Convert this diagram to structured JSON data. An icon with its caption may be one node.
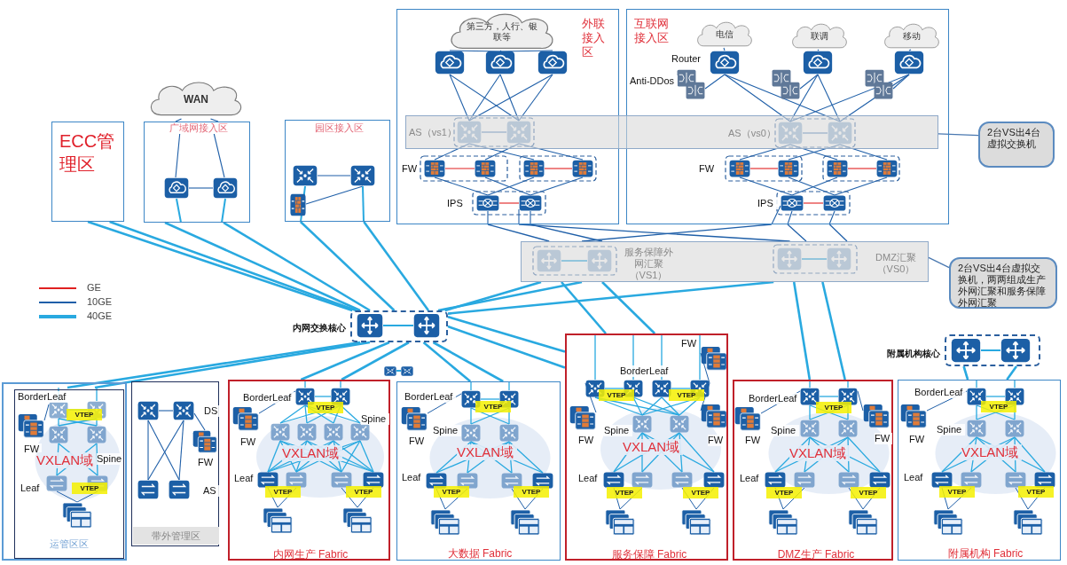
{
  "diagram": {
    "nodes": [
      {
        "text": [
          "ECC管理区"
        ]
      },
      {
        "text": [
          "WAN"
        ]
      },
      {
        "text": [
          "广域网接入区"
        ]
      },
      {
        "text": [
          "园区接入区"
        ]
      },
      {
        "text": [
          "外联接入区",
          "FW",
          "IPS"
        ]
      },
      {
        "text": [
          "第三方，人行、银联等"
        ],
        "in": 4
      },
      {
        "text": [
          "互联网接入区",
          "Router",
          "Anti-DDos",
          "FW",
          "IPS"
        ]
      },
      {
        "text": [
          "电信"
        ],
        "in": 6
      },
      {
        "text": [
          "联调"
        ],
        "in": 6
      },
      {
        "text": [
          "移动"
        ],
        "in": 6
      },
      {
        "text": [
          "AS（vs1）",
          "AS（vs0）"
        ]
      },
      {
        "text": [
          "服务保障外网汇聚（VS1）",
          "DMZ汇聚（VS0）"
        ]
      },
      {
        "text": [
          "2台VS出4台虚拟交换机"
        ]
      },
      {
        "text": [
          "2台VS出4台虚拟交换机，两两组成生产外网汇聚和服务保障外网汇聚"
        ]
      },
      {
        "text": [
          "内网交换核心"
        ]
      },
      {
        "text": [
          "附属机构核心"
        ]
      },
      {
        "text": [],
        "shape": "box"
      },
      {
        "text": [
          "BorderLeaf",
          "FW",
          "VXLAN域",
          "Spine",
          "Leaf",
          "运管区区"
        ],
        "in": 16
      },
      {
        "text": [
          "DS",
          "FW",
          "AS",
          "带外管理区"
        ]
      },
      {
        "text": [
          "BorderLeaf",
          "Spine",
          "FW",
          "VXLAN域",
          "Leaf",
          "内网生产 Fabric"
        ]
      },
      {
        "text": [
          "BorderLeaf",
          "Spine",
          "FW",
          "VXLAN域",
          "Leaf",
          "大数据 Fabric"
        ]
      },
      {
        "text": [
          "FW",
          "BorderLeaf",
          "FW",
          "Spine",
          "VXLAN域",
          "FW",
          "Leaf",
          "服务保障 Fabric"
        ]
      },
      {
        "text": [
          "BorderLeaf",
          "FW",
          "Spine",
          "VXLAN域",
          "FW",
          "Leaf",
          "DMZ生产 Fabric"
        ]
      },
      {
        "text": [
          "BorderLeaf",
          "FW",
          "Spine",
          "VXLAN域",
          "Leaf",
          "附属机构 Fabric"
        ]
      },
      {
        "text": [
          "VTEP"
        ],
        "in": 17
      },
      {
        "text": [
          "VTEP"
        ],
        "in": 17
      },
      {
        "text": [
          "VTEP"
        ],
        "in": 19
      },
      {
        "text": [
          "VTEP"
        ],
        "in": 19
      },
      {
        "text": [
          "VTEP"
        ],
        "in": 19
      },
      {
        "text": [
          "VTEP"
        ],
        "in": 20
      },
      {
        "text": [
          "VTEP"
        ],
        "in": 20
      },
      {
        "text": [
          "VTEP"
        ],
        "in": 20
      },
      {
        "text": [
          "VTEP"
        ],
        "in": 21
      },
      {
        "text": [
          "VTEP"
        ],
        "in": 21
      },
      {
        "text": [
          "VTEP"
        ],
        "in": 21
      },
      {
        "text": [
          "VTEP"
        ],
        "in": 21
      },
      {
        "text": [
          "VTEP"
        ],
        "in": 22
      },
      {
        "text": [
          "VTEP"
        ],
        "in": 22
      },
      {
        "text": [
          "VTEP"
        ],
        "in": 22
      },
      {
        "text": [
          "VTEP"
        ],
        "in": 23
      },
      {
        "text": [
          "VTEP"
        ],
        "in": 23
      },
      {
        "text": [
          "VTEP"
        ],
        "in": 23
      }
    ],
    "edges": [
      {
        "from": 1,
        "to": 2,
        "arrow": "none",
        "color": "#1f5fa8"
      },
      {
        "from": 1,
        "to": 2,
        "arrow": "none",
        "color": "#1f5fa8"
      },
      {
        "from": 0,
        "to": 14,
        "arrow": "none"
      },
      {
        "from": 0,
        "to": 14,
        "arrow": "none"
      },
      {
        "from": 2,
        "to": 14,
        "arrow": "none"
      },
      {
        "from": 2,
        "to": 14,
        "arrow": "none"
      },
      {
        "from": 3,
        "to": 14,
        "arrow": "none"
      },
      {
        "from": 3,
        "to": 14,
        "arrow": "none"
      },
      {
        "from": 4,
        "to": 11,
        "arrow": "none",
        "color": "#1f5fa8"
      },
      {
        "from": 4,
        "to": 11,
        "arrow": "none",
        "color": "#1f5fa8"
      },
      {
        "from": 4,
        "to": 11,
        "arrow": "none",
        "color": "#1f5fa8"
      },
      {
        "from": 6,
        "to": 11,
        "arrow": "none",
        "color": "#1f5fa8"
      },
      {
        "from": 6,
        "to": 11,
        "arrow": "none",
        "color": "#1f5fa8"
      },
      {
        "from": 6,
        "to": 11,
        "arrow": "none",
        "color": "#1f5fa8"
      },
      {
        "from": 11,
        "to": 14,
        "arrow": "none"
      },
      {
        "from": 11,
        "to": 14,
        "arrow": "none"
      },
      {
        "from": 11,
        "to": 14,
        "arrow": "none"
      },
      {
        "from": 11,
        "to": 21,
        "arrow": "none"
      },
      {
        "from": 11,
        "to": 21,
        "arrow": "none"
      },
      {
        "from": 11,
        "to": 22,
        "arrow": "none"
      },
      {
        "from": 11,
        "to": 22,
        "arrow": "none"
      },
      {
        "from": 14,
        "to": 17,
        "arrow": "none"
      },
      {
        "from": 14,
        "to": 17,
        "arrow": "none"
      },
      {
        "from": 14,
        "to": 19,
        "arrow": "none"
      },
      {
        "from": 14,
        "to": 19,
        "arrow": "none"
      },
      {
        "from": 14,
        "to": 20,
        "arrow": "none"
      },
      {
        "from": 14,
        "to": 20,
        "arrow": "none"
      },
      {
        "from": 14,
        "to": 21,
        "arrow": "none"
      },
      {
        "from": 14,
        "to": 21,
        "arrow": "none"
      },
      {
        "from": 15,
        "to": 23,
        "arrow": "none"
      },
      {
        "from": 15,
        "to": 23,
        "arrow": "none"
      },
      {
        "from": 12,
        "to": 10,
        "arrow": "none",
        "color": "#4a78b0"
      },
      {
        "from": 13,
        "to": 11,
        "arrow": "none",
        "color": "#4a78b0"
      }
    ],
    "legend": [
      {
        "text": "GE",
        "color": "#e02020"
      },
      {
        "text": "10GE",
        "color": "#1f5fa8"
      },
      {
        "text": "40GE",
        "color": "#29a9e0"
      }
    ]
  }
}
